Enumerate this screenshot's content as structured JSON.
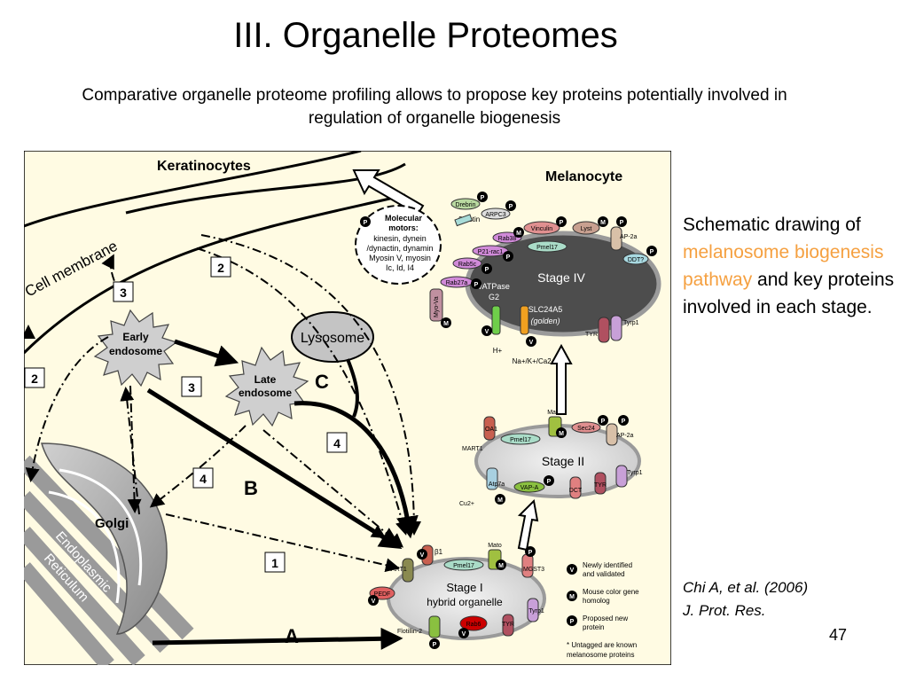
{
  "slide": {
    "title": "III. Organelle Proteomes",
    "subtitle": "Comparative organelle proteome profiling allows to propose key proteins potentially involved in regulation of organelle biogenesis",
    "side_text_1": "Schematic drawing of ",
    "side_text_highlight": "melanosome biogenesis pathway",
    "side_text_2": " and key proteins involved in each stage.",
    "citation_line1": "Chi A, et al. (2006)",
    "citation_line2": "J. Prot. Res.",
    "page_number": "47"
  },
  "diagram": {
    "keratinocytes": "Keratinocytes",
    "melanocyte": "Melanocyte",
    "cell_membrane": "Cell membrane",
    "lysosome": "Lysosome",
    "early_endosome_1": "Early",
    "early_endosome_2": "endosome",
    "late_endosome_1": "Late",
    "late_endosome_2": "endosome",
    "golgi": "Golgi",
    "er_1": "Endoplasmic",
    "er_2": "Reticulum",
    "pathway_a": "A",
    "pathway_b": "B",
    "pathway_c": "C",
    "boxes": [
      "3",
      "2",
      "2",
      "3",
      "4",
      "4",
      "1"
    ],
    "motors": [
      "Molecular",
      "motors:",
      "kinesin, dynein",
      "/dynactin, dynamin",
      "Myosin V, myosin",
      "Ic, Id, I4"
    ],
    "stage4": {
      "label": "Stage IV",
      "vatpase": "vATPase",
      "g2": "G2",
      "slc": "SLC24A5",
      "golden": "(golden)",
      "hplus": "H+",
      "ions": "Na+/K+/Ca2+",
      "proteins": [
        "Drebrin",
        "ARPC3",
        "β-actin",
        "Vinculin",
        "Lyst",
        "Rab38",
        "Pmel17",
        "AP-2a",
        "P21-rac1",
        "DDT?",
        "Rab5c",
        "Rab27a",
        "Myo-Va",
        "TYR",
        "Tyrp1"
      ]
    },
    "stage2": {
      "label": "Stage II",
      "proteins": [
        "Mato",
        "OA1",
        "Sec24",
        "AP-2a",
        "Pmel17",
        "MART1",
        "Atp7a",
        "VAP-A",
        "DCT",
        "TYR",
        "Tyrp1",
        "Cu2+"
      ]
    },
    "stage1": {
      "label_1": "Stage I",
      "label_2": "hybrid organelle",
      "proteins": [
        "β1",
        "Mato",
        "MART1",
        "Pmel17",
        "MGST3",
        "PEDF",
        "Tyrp1",
        "Rab6",
        "TYR",
        "Flotillin-2"
      ]
    },
    "legend": {
      "v_label_1": "Newly identified",
      "v_label_2": "and validated",
      "m_label_1": "Mouse color gene",
      "m_label_2": "homolog",
      "p_label_1": "Proposed new",
      "p_label_2": "protein",
      "note_1": "* Untagged are known",
      "note_2": "melanosome proteins"
    },
    "badges": {
      "v": "V",
      "m": "M",
      "p": "P"
    }
  }
}
